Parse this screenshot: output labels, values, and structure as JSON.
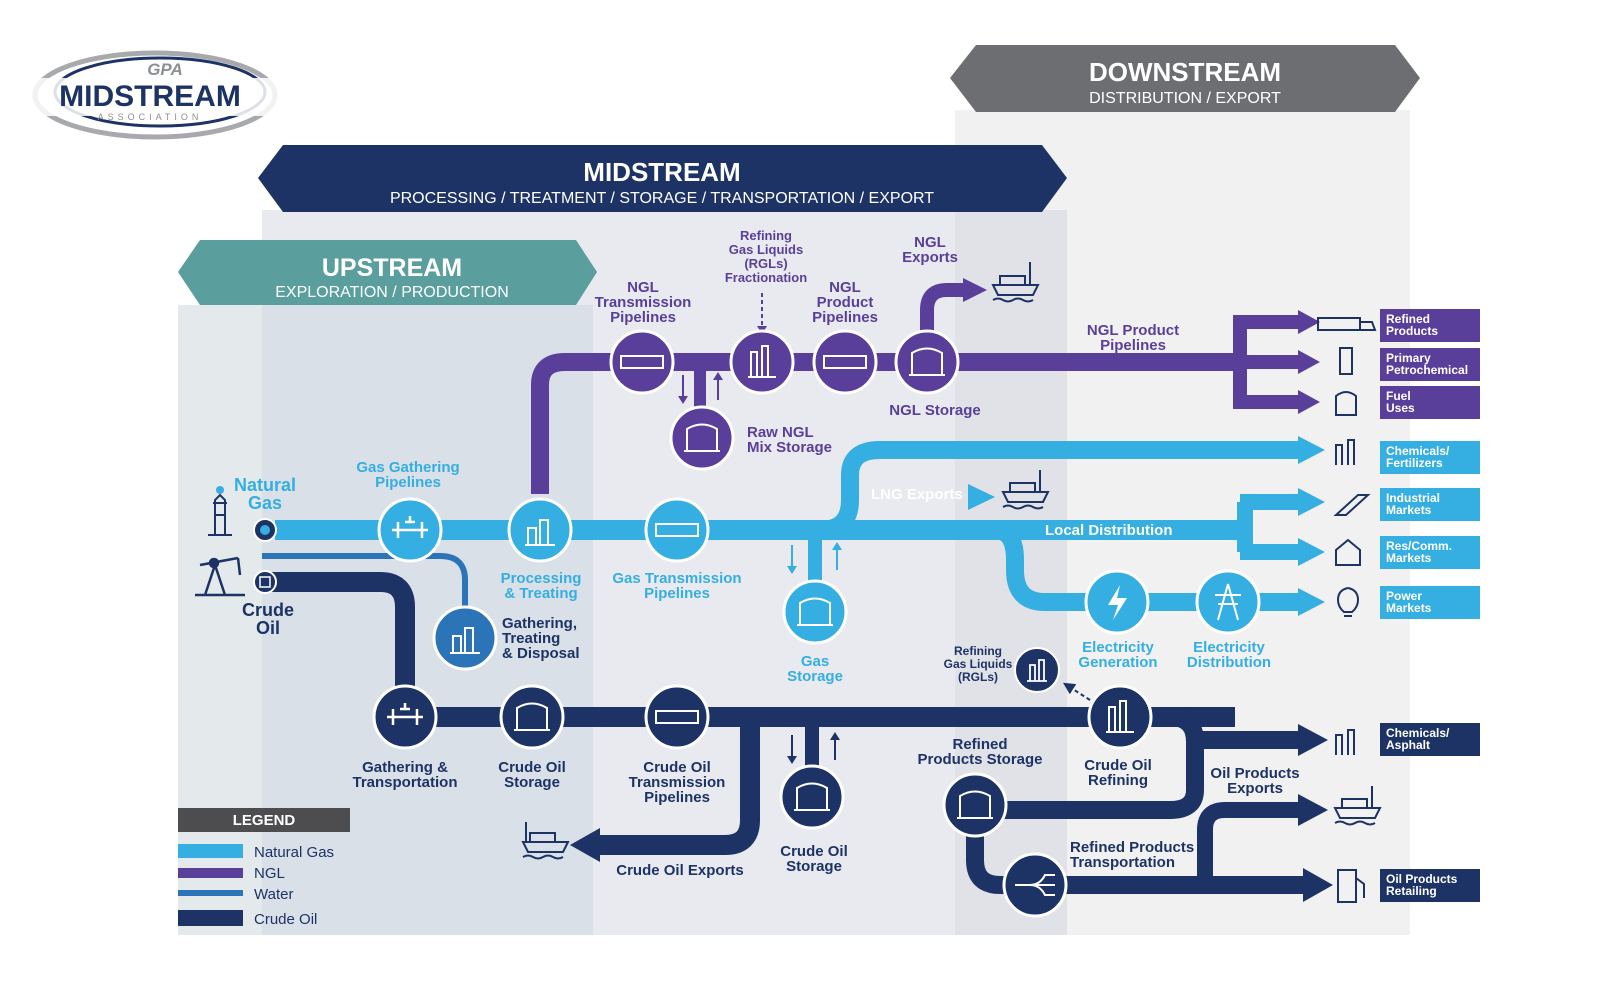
{
  "logo": {
    "top": "GPA",
    "main": "MIDSTREAM",
    "sub": "ASSOCIATION"
  },
  "colors": {
    "natural_gas": "#35aee2",
    "ngl": "#5a3f9a",
    "water": "#2b74b8",
    "crude_oil": "#1d3366",
    "upstream_banner": "#5a9e9e",
    "midstream_banner": "#1d3366",
    "downstream_banner": "#6d6e71",
    "legend_header": "#4d4d4f"
  },
  "banners": {
    "downstream": {
      "title": "DOWNSTREAM",
      "subtitle": "DISTRIBUTION / EXPORT"
    },
    "midstream": {
      "title": "MIDSTREAM",
      "subtitle": "PROCESSING / TREATMENT / STORAGE / TRANSPORTATION / EXPORT"
    },
    "upstream": {
      "title": "UPSTREAM",
      "subtitle": "EXPLORATION / PRODUCTION"
    }
  },
  "sources": {
    "natural_gas": [
      "Natural",
      "Gas"
    ],
    "crude_oil": [
      "Crude",
      "Oil"
    ]
  },
  "nodes": {
    "gas_gathering": [
      "Gas Gathering",
      "Pipelines"
    ],
    "processing": [
      "Processing",
      "& Treating"
    ],
    "gas_transmission": [
      "Gas Transmission",
      "Pipelines"
    ],
    "gathering_treating": [
      "Gathering,",
      "Treating",
      "& Disposal"
    ],
    "gas_storage": [
      "Gas",
      "Storage"
    ],
    "ngl_transmission": [
      "NGL",
      "Transmission",
      "Pipelines"
    ],
    "rgl_fractionation": [
      "Refining",
      "Gas Liquids",
      "(RGLs)",
      "Fractionation"
    ],
    "ngl_product_pipelines_top": [
      "NGL",
      "Product",
      "Pipelines"
    ],
    "ngl_exports": [
      "NGL",
      "Exports"
    ],
    "ngl_storage": [
      "NGL Storage"
    ],
    "raw_ngl": [
      "Raw NGL",
      "Mix Storage"
    ],
    "ngl_product_pipelines_right": [
      "NGL Product",
      "Pipelines"
    ],
    "lng_exports": [
      "LNG Exports"
    ],
    "local_distribution": [
      "Local Distribution"
    ],
    "electricity_generation": [
      "Electricity",
      "Generation"
    ],
    "electricity_distribution": [
      "Electricity",
      "Distribution"
    ],
    "rgls_small": [
      "Refining",
      "Gas Liquids",
      "(RGLs)"
    ],
    "gathering_transport": [
      "Gathering &",
      "Transportation"
    ],
    "crude_storage_left": [
      "Crude Oil",
      "Storage"
    ],
    "crude_transmission": [
      "Crude Oil",
      "Transmission",
      "Pipelines"
    ],
    "crude_storage_mid": [
      "Crude Oil",
      "Storage"
    ],
    "crude_exports": [
      "Crude Oil Exports"
    ],
    "refined_storage": [
      "Refined",
      "Products Storage"
    ],
    "crude_refining": [
      "Crude Oil",
      "Refining"
    ],
    "oil_products_exports": [
      "Oil Products",
      "Exports"
    ],
    "refined_transport": [
      "Refined Products",
      "Transportation"
    ]
  },
  "outputs": {
    "refined_products": [
      "Refined",
      "Products"
    ],
    "primary_petrochemical": [
      "Primary",
      "Petrochemical"
    ],
    "fuel_uses": [
      "Fuel",
      "Uses"
    ],
    "chemicals_fertilizers": [
      "Chemicals/",
      "Fertilizers"
    ],
    "industrial_markets": [
      "Industrial",
      "Markets"
    ],
    "res_comm_markets": [
      "Res/Comm.",
      "Markets"
    ],
    "power_markets": [
      "Power",
      "Markets"
    ],
    "chemicals_asphalt": [
      "Chemicals/",
      "Asphalt"
    ],
    "oil_products_retailing": [
      "Oil Products",
      "Retailing"
    ]
  },
  "legend": {
    "title": "LEGEND",
    "items": [
      "Natural Gas",
      "NGL",
      "Water",
      "Crude Oil"
    ]
  }
}
